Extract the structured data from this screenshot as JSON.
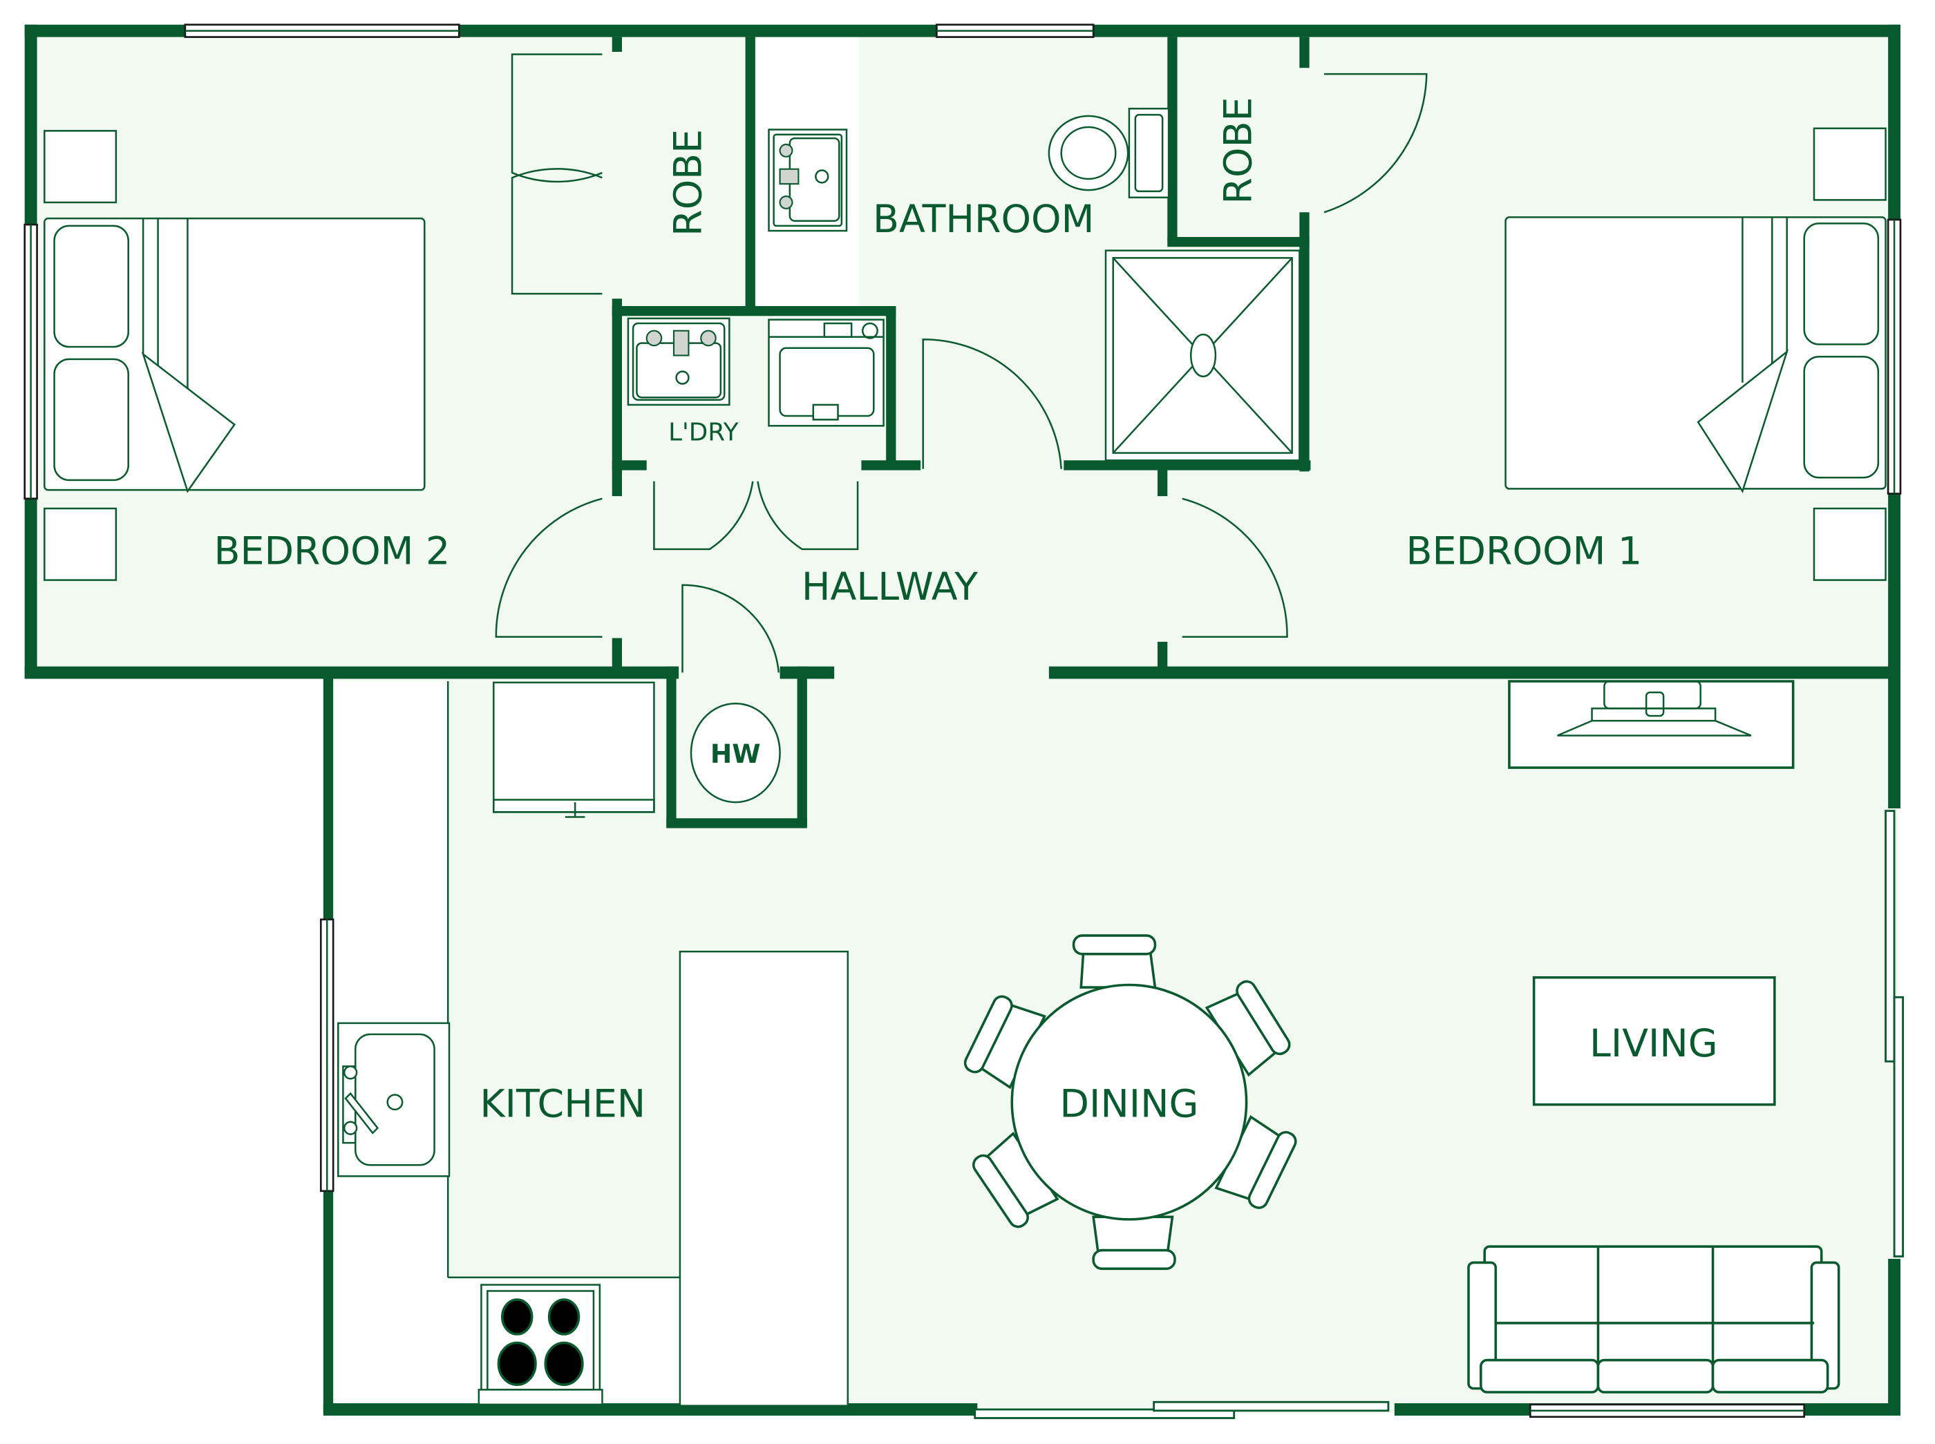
{
  "plan": {
    "title": "Two bedroom floor plan",
    "colors": {
      "wall": "#09592e",
      "floor": "#f2f9f1",
      "label": "#0a5a2f",
      "furniture_fill": "#ffffff"
    },
    "rooms": {
      "bedroom_2": "BEDROOM 2",
      "robe_left": "ROBE",
      "bathroom": "BATHROOM",
      "robe_right": "ROBE",
      "bedroom_1": "BEDROOM 1",
      "laundry": "L'DRY",
      "hallway": "HALLWAY",
      "hot_water": "HW",
      "kitchen": "KITCHEN",
      "dining": "DINING",
      "living": "LIVING"
    },
    "furniture": [
      "double-bed-bedroom-2",
      "bedside-table-x2-bedroom-2",
      "double-bed-bedroom-1",
      "bedside-table-x2-bedroom-1",
      "vanity-basin",
      "toilet",
      "shower",
      "laundry-tub",
      "washing-machine",
      "hot-water-unit",
      "fridge",
      "kitchen-sink",
      "cooktop",
      "kitchen-island",
      "round-dining-table",
      "dining-chair-x6",
      "tv-unit",
      "coffee-table",
      "three-seat-sofa"
    ]
  }
}
